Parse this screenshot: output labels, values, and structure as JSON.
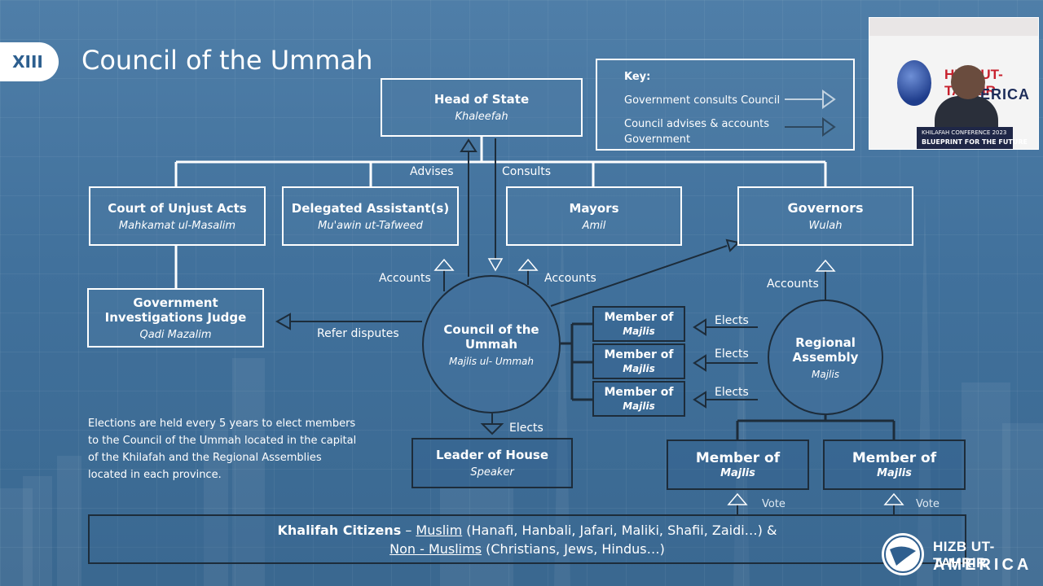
{
  "slide": {
    "number": "XIII",
    "title": "Council of the Ummah"
  },
  "key": {
    "title": "Key:",
    "item1": "Government consults Council",
    "item2": "Council advises & accounts Government"
  },
  "nodes": {
    "head_of_state": {
      "title": "Head of State",
      "subtitle": "Khaleefah"
    },
    "court": {
      "title": "Court of Unjust Acts",
      "subtitle": "Mahkamat ul-Masalim"
    },
    "assistants": {
      "title": "Delegated Assistant(s)",
      "subtitle": "Mu'awin ut-Tafweed"
    },
    "mayors": {
      "title": "Mayors",
      "subtitle": "Amil"
    },
    "governors": {
      "title": "Governors",
      "subtitle": "Wulah"
    },
    "judge": {
      "title": "Government Investigations Judge",
      "subtitle": "Qadi Mazalim"
    },
    "council": {
      "title": "Council of the Ummah",
      "subtitle": "Majlis ul- Ummah"
    },
    "regional": {
      "title": "Regional Assembly",
      "subtitle": "Majlis"
    },
    "leader": {
      "title": "Leader of House",
      "subtitle": "Speaker"
    },
    "member_small": {
      "title": "Member of",
      "subtitle": "Majlis"
    },
    "member_large": {
      "title": "Member of",
      "subtitle": "Majlis"
    }
  },
  "edge_labels": {
    "advises": "Advises",
    "consults": "Consults",
    "accounts": "Accounts",
    "refer_disputes": "Refer disputes",
    "elects": "Elects",
    "vote": "Vote"
  },
  "note": "Elections are held every 5 years to elect members to the Council of the Ummah located in the capital of the Khilafah and the Regional Assemblies located in each province.",
  "citizens": {
    "label": "Khalifah Citizens",
    "dash": " – ",
    "muslim": "Muslim",
    "muslim_detail": " (Hanafi, Hanbali, Jafari, Maliki, Shafii, Zaidi…) &",
    "non_muslim": "Non - Muslims",
    "non_muslim_detail": " (Christians, Jews, Hindus…)"
  },
  "video": {
    "brand_line1": "HIZB UT-TAHRIR",
    "brand_line2": "AMERICA",
    "podium_line1": "KHILAFAH CONFERENCE 2023",
    "podium_line2": "BLUEPRINT FOR THE FUTURE"
  },
  "logo": {
    "line1": "HIZB UT-TAHRIR",
    "line2": "AMERICA"
  },
  "icons": [
    "arrow-right-outline-icon",
    "arrow-right-solid-icon",
    "globe-icon"
  ],
  "colors": {
    "background": "#41719c",
    "line_white": "#ffffff",
    "line_dark": "#1d2c3a"
  }
}
